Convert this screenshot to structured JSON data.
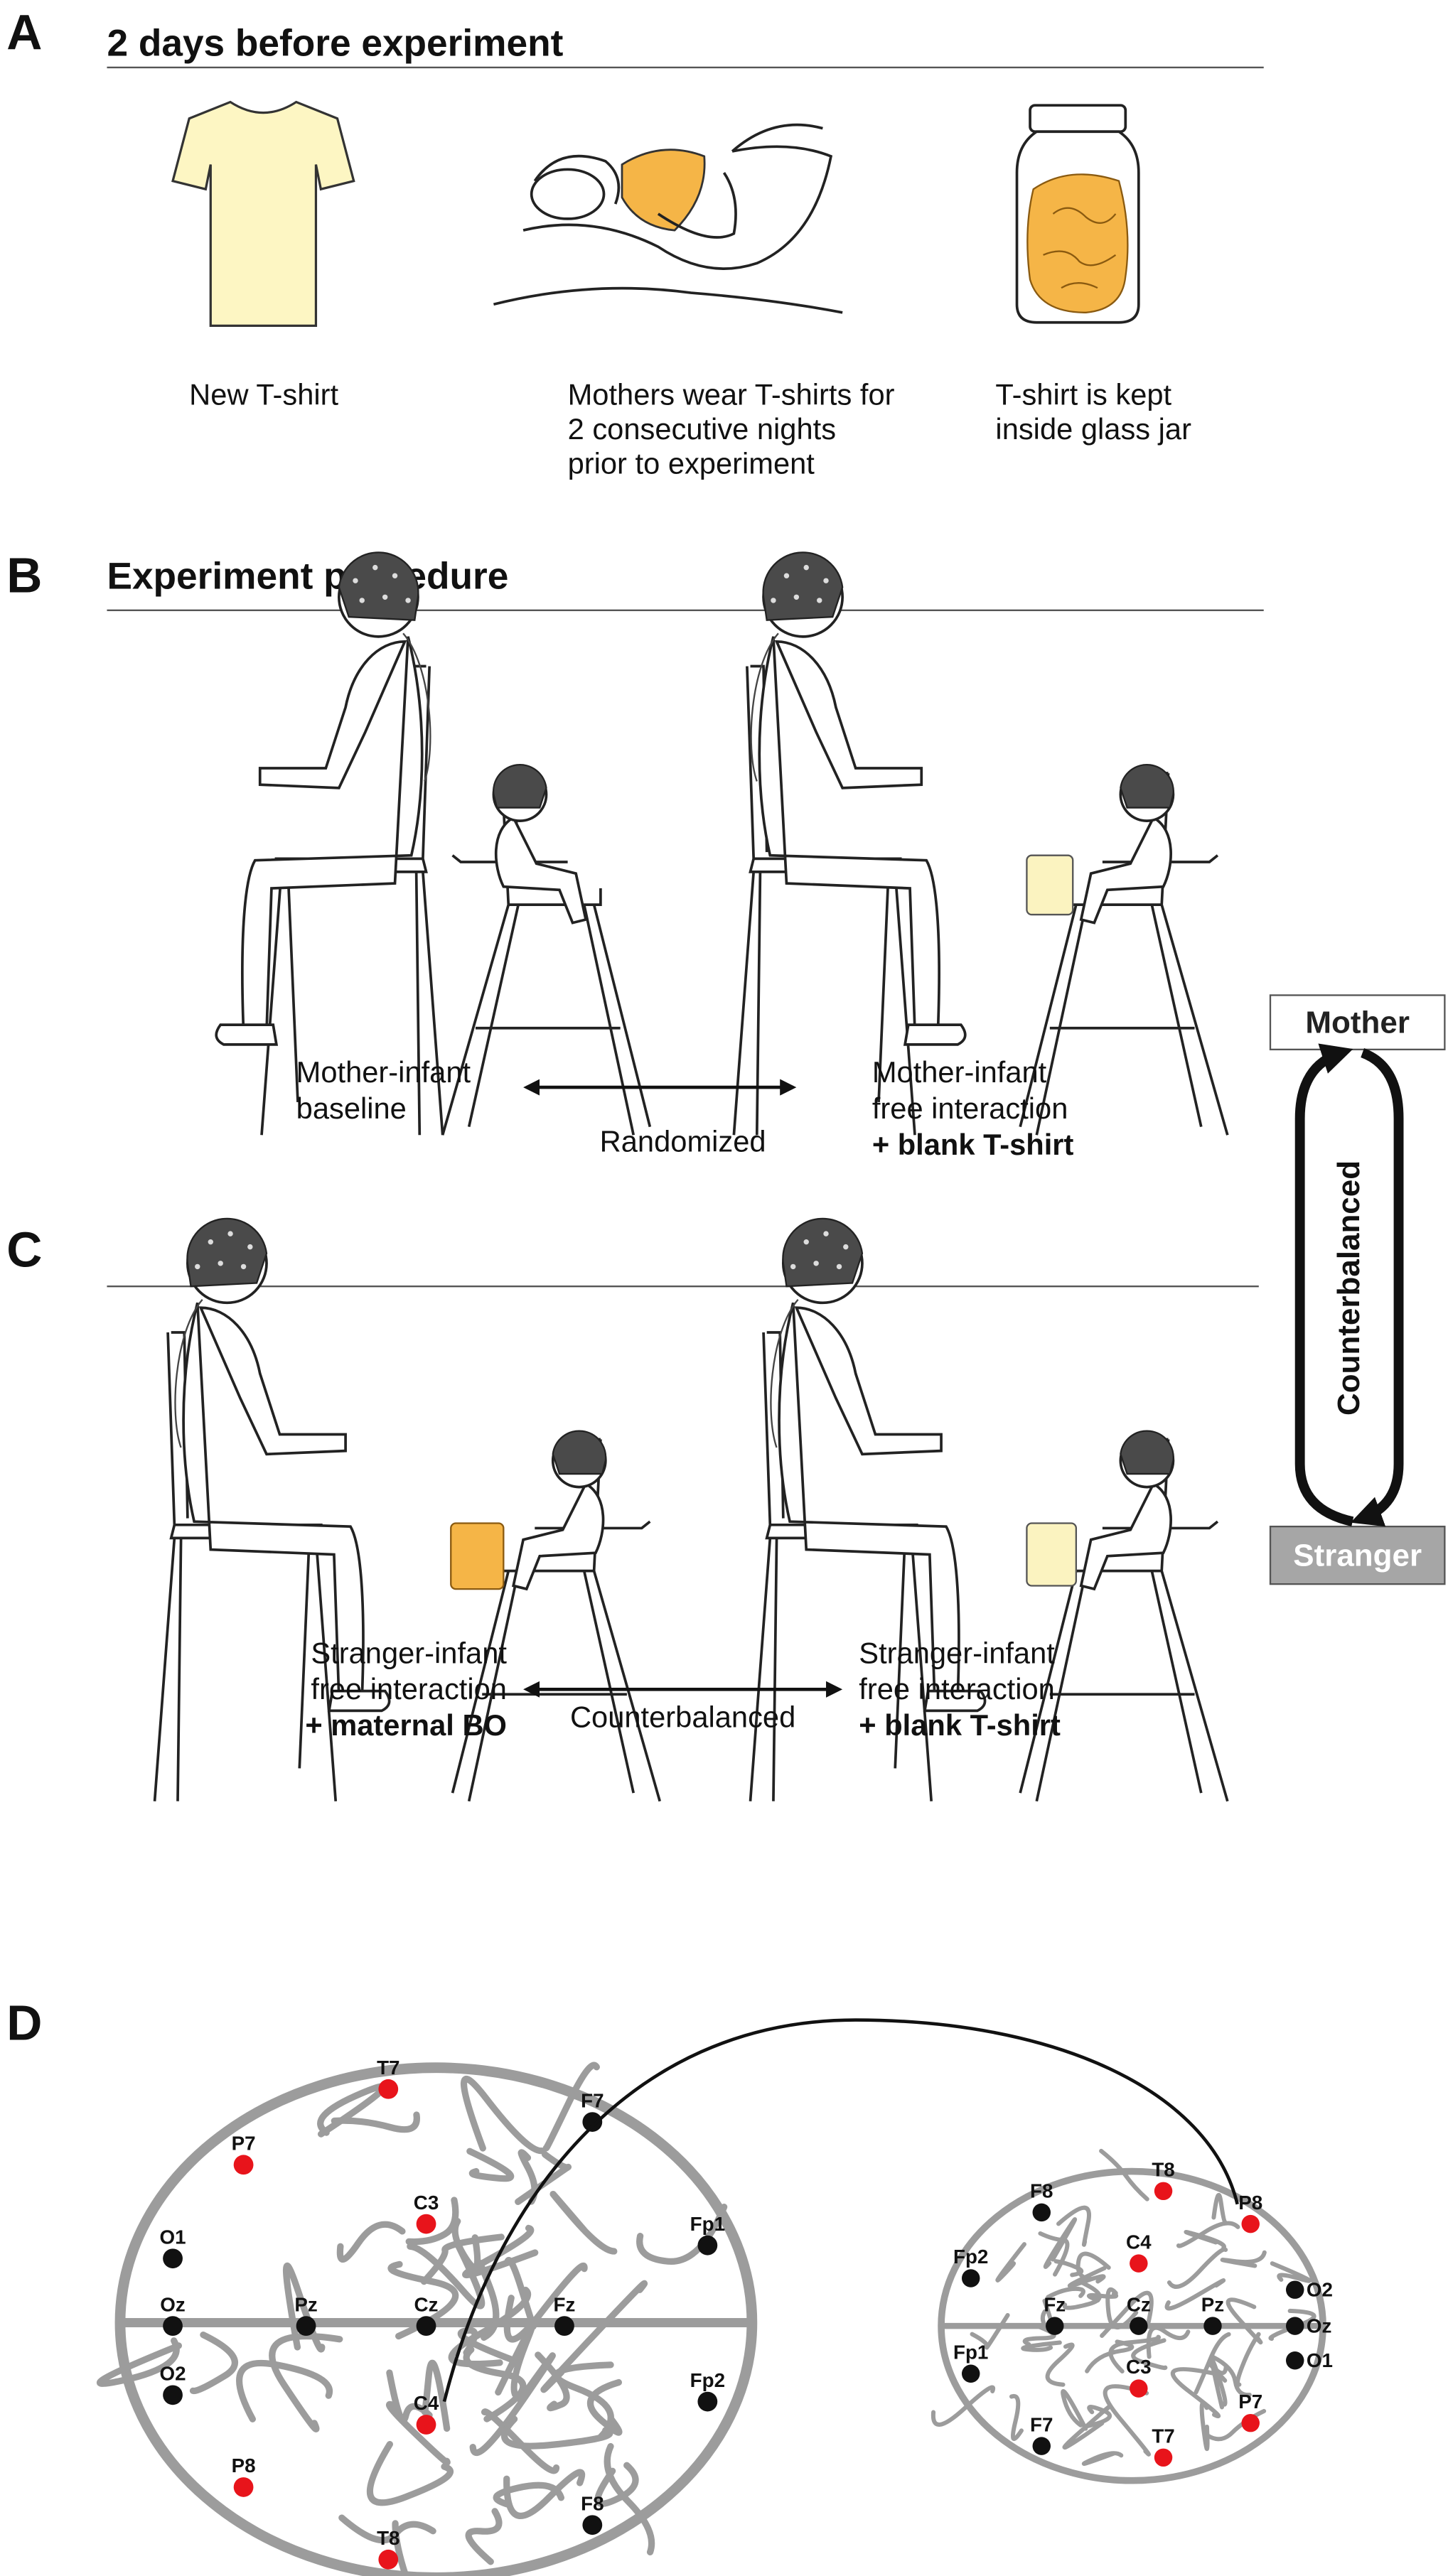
{
  "panels": {
    "a": {
      "letter": "A",
      "title": "2 days before experiment",
      "captions": {
        "tshirt": [
          "New T-shirt"
        ],
        "mother": [
          "Mothers wear T-shirts for",
          "2 consecutive nights",
          "prior to experiment"
        ],
        "jar": [
          "T-shirt is kept",
          "inside glass jar"
        ]
      }
    },
    "b": {
      "letter": "B",
      "title": "Experiment procedure",
      "left_caption": [
        "Mother-infant",
        "baseline"
      ],
      "arrow_label": "Randomized",
      "right_caption": [
        "Mother-infant",
        "free interaction",
        "+ blank T-shirt"
      ]
    },
    "c": {
      "letter": "C",
      "left_caption": [
        "Stranger-infant",
        "free interaction",
        "+ maternal BO"
      ],
      "arrow_label": "Counterbalanced",
      "right_caption": [
        "Stranger-infant",
        "free interaction",
        "+ blank T-shirt"
      ]
    },
    "side": {
      "top": "Mother",
      "bottom": "Stranger",
      "label": "Counterbalanced"
    },
    "d": {
      "letter": "D",
      "left_brain": [
        {
          "label": "T7",
          "highlighted": true
        },
        {
          "label": "F7",
          "highlighted": false
        },
        {
          "label": "P7",
          "highlighted": true
        },
        {
          "label": "C3",
          "highlighted": true
        },
        {
          "label": "Fp1",
          "highlighted": false
        },
        {
          "label": "O1",
          "highlighted": false
        },
        {
          "label": "Oz",
          "highlighted": false
        },
        {
          "label": "Pz",
          "highlighted": false
        },
        {
          "label": "Cz",
          "highlighted": false
        },
        {
          "label": "Fz",
          "highlighted": false
        },
        {
          "label": "O2",
          "highlighted": false
        },
        {
          "label": "Fp2",
          "highlighted": false
        },
        {
          "label": "C4",
          "highlighted": true
        },
        {
          "label": "P8",
          "highlighted": true
        },
        {
          "label": "F8",
          "highlighted": false
        },
        {
          "label": "T8",
          "highlighted": true
        }
      ],
      "right_brain": [
        {
          "label": "F8",
          "highlighted": false
        },
        {
          "label": "T8",
          "highlighted": true
        },
        {
          "label": "P8",
          "highlighted": true
        },
        {
          "label": "Fp2",
          "highlighted": false
        },
        {
          "label": "C4",
          "highlighted": true
        },
        {
          "label": "O2",
          "highlighted": false
        },
        {
          "label": "Fz",
          "highlighted": false
        },
        {
          "label": "Cz",
          "highlighted": false
        },
        {
          "label": "Pz",
          "highlighted": false
        },
        {
          "label": "Oz",
          "highlighted": false
        },
        {
          "label": "O1",
          "highlighted": false
        },
        {
          "label": "Fp1",
          "highlighted": false
        },
        {
          "label": "C3",
          "highlighted": true
        },
        {
          "label": "F7",
          "highlighted": false
        },
        {
          "label": "T7",
          "highlighted": true
        },
        {
          "label": "P7",
          "highlighted": true
        }
      ]
    }
  },
  "colors": {
    "highlight": "#e8141b",
    "normal": "#111111",
    "tshirt": "#fdf6c3",
    "worn": "#f5b547",
    "blank": "#fbf3c0",
    "stranger_box": "#a6a6a6",
    "brain": "#9c9c9c"
  }
}
